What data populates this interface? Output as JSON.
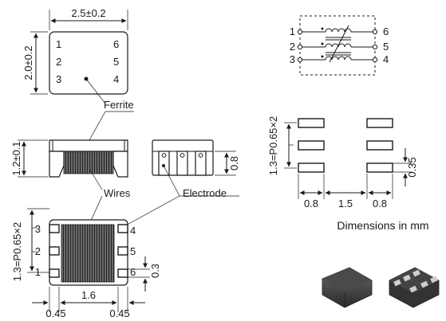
{
  "top_view": {
    "width_dim": "2.5±0.2",
    "height_dim": "2.0±0.2",
    "pins_left": [
      "1",
      "2",
      "3"
    ],
    "pins_right": [
      "6",
      "5",
      "4"
    ],
    "ferrite_label": "Ferrite"
  },
  "side_view": {
    "height_dim": "1.2±0.1",
    "right_dim": "0.8",
    "wires_label": "Wires",
    "electrode_label": "Electrode"
  },
  "bottom_view": {
    "pitch_dim": "1.3=P0.65×2",
    "pins_left": [
      "3",
      "2",
      "1"
    ],
    "pins_right": [
      "4",
      "5",
      "6"
    ],
    "pad_dim": "0.3",
    "center_dim": "1.6",
    "left_dim": "0.45",
    "right_dim": "0.45"
  },
  "schematic": {
    "pins_left": [
      "1",
      "2",
      "3"
    ],
    "pins_right": [
      "6",
      "5",
      "4"
    ]
  },
  "land_pattern": {
    "pitch_dim": "1.3=P0.65×2",
    "pad_height_dim": "0.35",
    "dims": [
      "0.8",
      "1.5",
      "0.8"
    ],
    "units_note": "Dimensions in mm"
  },
  "colors": {
    "line": "#1a1a1a",
    "body_dark": "#3a3a3a",
    "wire": "#555555"
  }
}
